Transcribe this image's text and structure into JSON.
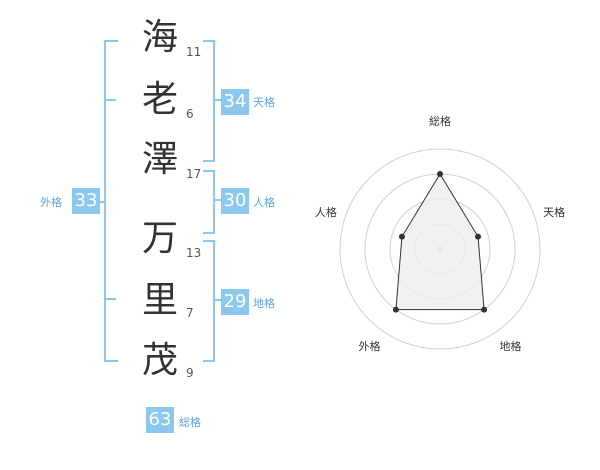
{
  "name": {
    "characters": [
      {
        "char": "海",
        "strokes": "11"
      },
      {
        "char": "老",
        "strokes": "6"
      },
      {
        "char": "澤",
        "strokes": "17"
      },
      {
        "char": "万",
        "strokes": "13"
      },
      {
        "char": "里",
        "strokes": "7"
      },
      {
        "char": "茂",
        "strokes": "9"
      }
    ]
  },
  "scores": {
    "tenkaku": {
      "value": "34",
      "label": "天格"
    },
    "jinkaku": {
      "value": "30",
      "label": "人格"
    },
    "chikaku": {
      "value": "29",
      "label": "地格"
    },
    "gaikaku": {
      "value": "33",
      "label": "外格"
    },
    "soukaku": {
      "value": "63",
      "label": "総格"
    }
  },
  "chart_data": {
    "type": "radar",
    "axes": [
      "総格",
      "天格",
      "地格",
      "外格",
      "人格"
    ],
    "values": [
      0.75,
      0.4,
      0.75,
      0.75,
      0.4
    ],
    "max": 1,
    "rings": 4,
    "fill_color": "#eeeeee",
    "line_color": "#333333"
  },
  "colors": {
    "accent": "#8cc8ee",
    "label": "#5aa5dd"
  }
}
